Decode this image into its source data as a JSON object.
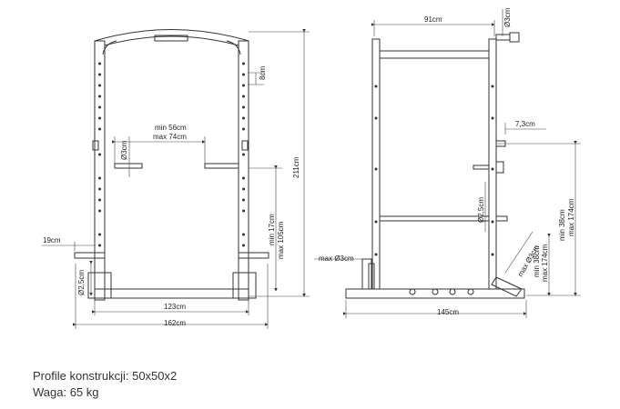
{
  "front_view": {
    "width_top": "162cm",
    "width_inner": "123cm",
    "height_total": "211cm",
    "spacing_holes": "8cm",
    "bar_diameter": "Ø3cm",
    "pin_diameter": "Ø2,5cm",
    "hook_span_min": "min 56cm",
    "hook_span_max": "max 74cm",
    "hook_height_min": "min 17cm",
    "hook_height_max": "max 105cm",
    "side_offset": "19cm"
  },
  "side_view": {
    "top_width": "91cm",
    "top_diameter": "Ø3cm",
    "depth_offset": "7,3cm",
    "pin_diameter": "Ø2,5cm",
    "bar_height_min": "min 38cm",
    "bar_height_max": "max 174cm",
    "base_depth": "145cm",
    "peg_max": "max Ø3cm",
    "peg_max_angled": "max Ø3cm",
    "peg_height_min": "min 38cm",
    "peg_height_max": "max 174cm"
  },
  "specs": {
    "profile": "Profile konstrukcji: 50x50x2",
    "weight": "Waga: 65 kg"
  }
}
